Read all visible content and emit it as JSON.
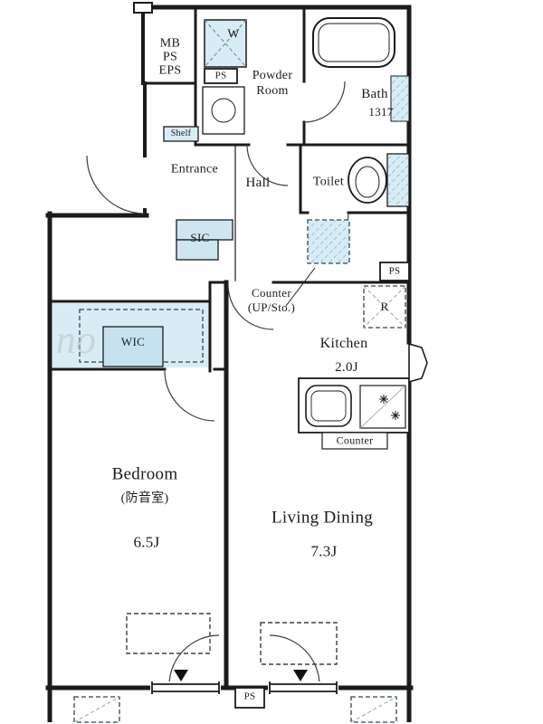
{
  "colors": {
    "wall": "#1b1b1b",
    "fixture_fill": "#d8ecf6",
    "fixture_fill_dark": "#c6e2f0",
    "hatch_line": "#7fa8bf",
    "background": "#ffffff"
  },
  "watermark": "no",
  "labels": {
    "shaft": "MB\nPS\nEPS",
    "washer": "W",
    "ps_top": "PS",
    "powder_room": "Powder\nRoom",
    "bath_name": "Bath",
    "bath_size": "1317",
    "shelf": "Shelf",
    "entrance": "Entrance",
    "hall": "Hall",
    "toilet": "Toilet",
    "sic": "SIC",
    "counter_up": "Counter\n(UP/Sto.)",
    "ps_mid": "PS",
    "kitchen_name": "Kitchen",
    "kitchen_size": "2.0J",
    "fridge": "R",
    "kitchen_counter": "Counter",
    "wic": "WIC",
    "bedroom_name": "Bedroom",
    "bedroom_sub": "(防音室)",
    "bedroom_size": "6.5J",
    "living_name": "Living Dining",
    "living_size": "7.3J",
    "ps_bottom": "PS"
  }
}
